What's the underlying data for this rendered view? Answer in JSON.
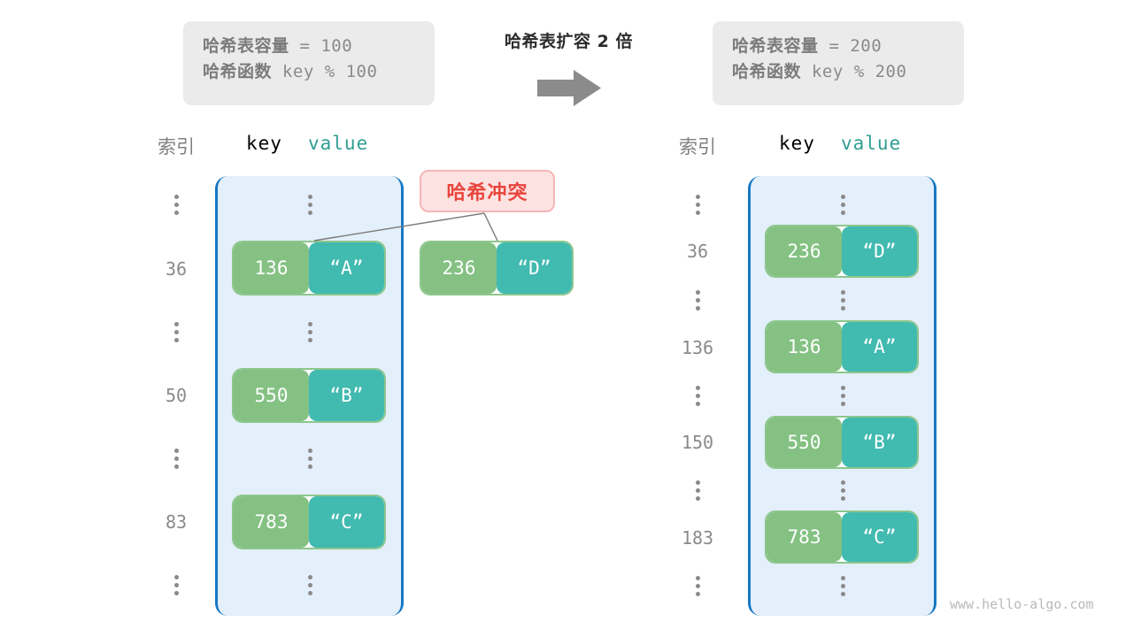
{
  "diagram": {
    "title": "哈希表扩容 2 倍",
    "arrow_icon": "right-arrow-icon",
    "watermark": "www.hello-algo.com"
  },
  "left_panel": {
    "capacity_label": "哈希表容量",
    "capacity_value": " = 100",
    "function_label": "哈希函数",
    "function_value": " key % 100"
  },
  "right_panel": {
    "capacity_label": "哈希表容量",
    "capacity_value": " = 200",
    "function_label": "哈希函数",
    "function_value": " key % 200"
  },
  "headers": {
    "index": "索引",
    "key": "key",
    "value": "value"
  },
  "collision_badge": {
    "label": "哈希冲突"
  },
  "left_table": {
    "rows": [
      {
        "index": "⋮",
        "type": "dots"
      },
      {
        "index": "36",
        "type": "pair",
        "key": "136",
        "value": "“A”"
      },
      {
        "index": "⋮",
        "type": "dots"
      },
      {
        "index": "50",
        "type": "pair",
        "key": "550",
        "value": "“B”"
      },
      {
        "index": "⋮",
        "type": "dots"
      },
      {
        "index": "83",
        "type": "pair",
        "key": "783",
        "value": "“C”"
      },
      {
        "index": "⋮",
        "type": "dots"
      }
    ]
  },
  "colliding_entry": {
    "key": "236",
    "value": "“D”"
  },
  "right_table": {
    "rows": [
      {
        "index": "⋮",
        "type": "dots"
      },
      {
        "index": "36",
        "type": "pair",
        "key": "236",
        "value": "“D”"
      },
      {
        "index": "⋮",
        "type": "dots"
      },
      {
        "index": "136",
        "type": "pair",
        "key": "136",
        "value": "“A”"
      },
      {
        "index": "⋮",
        "type": "dots"
      },
      {
        "index": "150",
        "type": "pair",
        "key": "550",
        "value": "“B”"
      },
      {
        "index": "⋮",
        "type": "dots"
      },
      {
        "index": "183",
        "type": "pair",
        "key": "783",
        "value": "“C”"
      },
      {
        "index": "⋮",
        "type": "dots"
      }
    ]
  },
  "colors": {
    "key_cell": "#84c183",
    "value_cell": "#41bab0",
    "bucket_bg": "#e3effa",
    "bucket_border": "#1778c4",
    "panel_bg": "#ebebeb",
    "badge_bg": "#fde2e2",
    "badge_text": "#e8453c"
  }
}
